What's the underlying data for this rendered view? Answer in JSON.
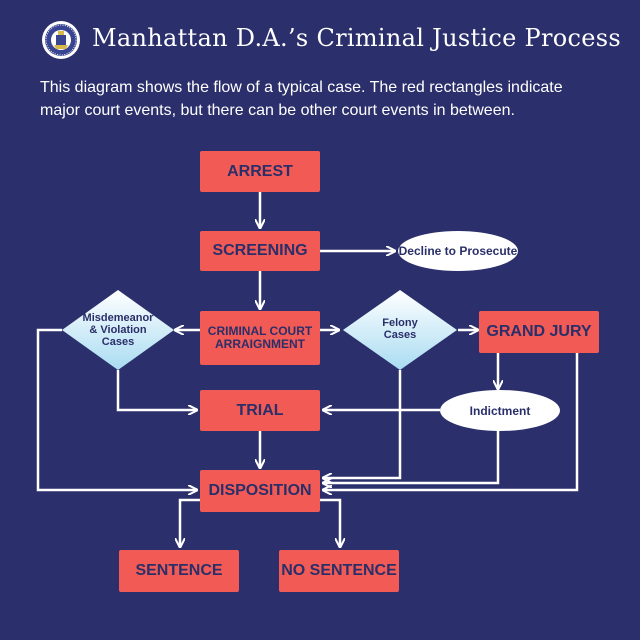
{
  "header": {
    "title": "Manhattan D.A.’s Criminal Justice Process",
    "description": "This diagram shows the flow of a typical case. The red rectangles indicate major court events, but there can be other court events in between."
  },
  "nodes": {
    "arrest": "ARREST",
    "screening": "SCREENING",
    "decline": "Decline to Prosecute",
    "misdemeanor": "Misdemeanor & Violation Cases",
    "arraignment": "CRIMINAL COURT ARRAIGNMENT",
    "felony": "Felony Cases",
    "grand_jury": "GRAND JURY",
    "trial": "TRIAL",
    "indictment": "Indictment",
    "disposition": "DISPOSITION",
    "sentence": "SENTENCE",
    "no_sentence": "NO SENTENCE"
  },
  "colors": {
    "background": "#2b2f6b",
    "court_event": "#f25a55",
    "text_dark": "#2a2f6a",
    "connector": "#ffffff"
  },
  "icons": {
    "logo": "district-attorney-seal-icon"
  }
}
